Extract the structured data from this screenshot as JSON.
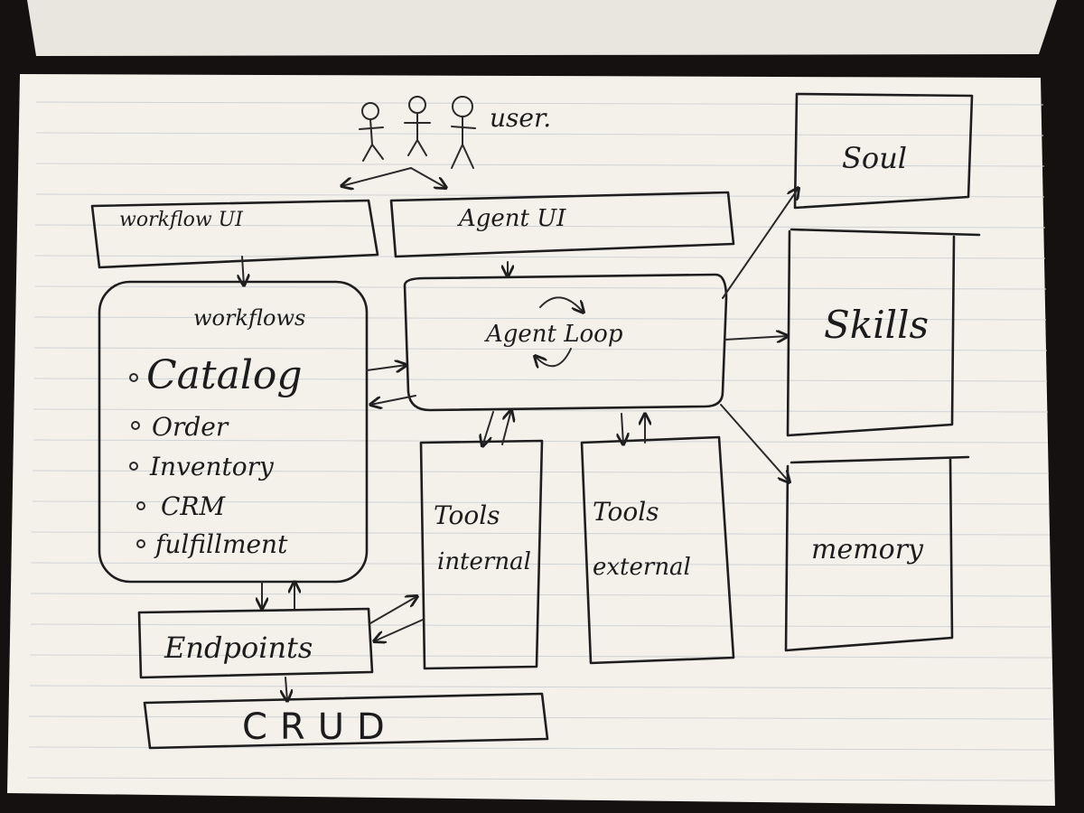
{
  "diagram": {
    "user_label": "user.",
    "workflow_ui": "workflow UI",
    "agent_ui": "Agent UI",
    "workflows": {
      "title": "workflows",
      "items": [
        "Catalog",
        "Order",
        "Inventory",
        "CRM",
        "fulfillment"
      ]
    },
    "agent_loop": "Agent Loop",
    "tools_internal": [
      "Tools",
      "internal"
    ],
    "tools_external": [
      "Tools",
      "external"
    ],
    "endpoints": "Endpoints",
    "crud": "CRUD",
    "soul": "Soul",
    "skills": "Skills",
    "memory": "memory"
  },
  "colors": {
    "paper": "#f4f1ea",
    "ink": "#1e1e1e",
    "background": "#141110"
  }
}
